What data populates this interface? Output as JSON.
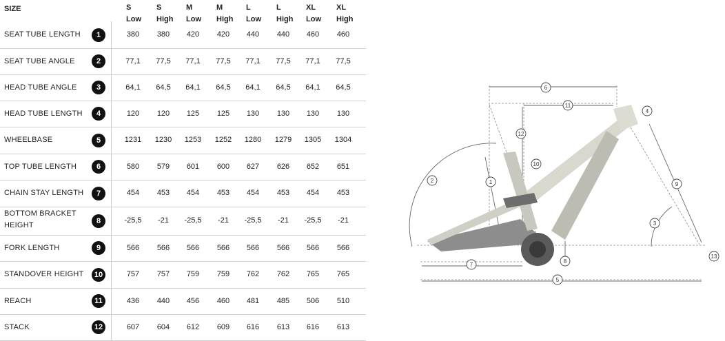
{
  "table": {
    "size_label": "SIZE",
    "columns": [
      {
        "size": "S",
        "variant": "Low"
      },
      {
        "size": "S",
        "variant": "High"
      },
      {
        "size": "M",
        "variant": "Low"
      },
      {
        "size": "M",
        "variant": "High"
      },
      {
        "size": "L",
        "variant": "Low"
      },
      {
        "size": "L",
        "variant": "High"
      },
      {
        "size": "XL",
        "variant": "Low"
      },
      {
        "size": "XL",
        "variant": "High"
      }
    ],
    "rows": [
      {
        "label": "SEAT TUBE LENGTH",
        "num": "1",
        "values": [
          "380",
          "380",
          "420",
          "420",
          "440",
          "440",
          "460",
          "460"
        ]
      },
      {
        "label": "SEAT TUBE ANGLE",
        "num": "2",
        "values": [
          "77,1",
          "77,5",
          "77,1",
          "77,5",
          "77,1",
          "77,5",
          "77,1",
          "77,5"
        ]
      },
      {
        "label": "HEAD TUBE ANGLE",
        "num": "3",
        "values": [
          "64,1",
          "64,5",
          "64,1",
          "64,5",
          "64,1",
          "64,5",
          "64,1",
          "64,5"
        ]
      },
      {
        "label": "HEAD TUBE LENGTH",
        "num": "4",
        "values": [
          "120",
          "120",
          "125",
          "125",
          "130",
          "130",
          "130",
          "130"
        ]
      },
      {
        "label": "WHEELBASE",
        "num": "5",
        "values": [
          "1231",
          "1230",
          "1253",
          "1252",
          "1280",
          "1279",
          "1305",
          "1304"
        ]
      },
      {
        "label": "TOP TUBE LENGTH",
        "num": "6",
        "values": [
          "580",
          "579",
          "601",
          "600",
          "627",
          "626",
          "652",
          "651"
        ]
      },
      {
        "label": "CHAIN STAY LENGTH",
        "num": "7",
        "values": [
          "454",
          "453",
          "454",
          "453",
          "454",
          "453",
          "454",
          "453"
        ]
      },
      {
        "label": "BOTTOM BRACKET HEIGHT",
        "num": "8",
        "values": [
          "-25,5",
          "-21",
          "-25,5",
          "-21",
          "-25,5",
          "-21",
          "-25,5",
          "-21"
        ]
      },
      {
        "label": "FORK LENGTH",
        "num": "9",
        "values": [
          "566",
          "566",
          "566",
          "566",
          "566",
          "566",
          "566",
          "566"
        ]
      },
      {
        "label": "STANDOVER HEIGHT",
        "num": "10",
        "values": [
          "757",
          "757",
          "759",
          "759",
          "762",
          "762",
          "765",
          "765"
        ]
      },
      {
        "label": "REACH",
        "num": "11",
        "values": [
          "436",
          "440",
          "456",
          "460",
          "481",
          "485",
          "506",
          "510"
        ]
      },
      {
        "label": "STACK",
        "num": "12",
        "values": [
          "607",
          "604",
          "612",
          "609",
          "616",
          "613",
          "616",
          "613"
        ]
      }
    ]
  },
  "diagram": {
    "markers": [
      "1",
      "2",
      "3",
      "4",
      "5",
      "6",
      "7",
      "8",
      "9",
      "10",
      "11",
      "12",
      "13"
    ]
  }
}
